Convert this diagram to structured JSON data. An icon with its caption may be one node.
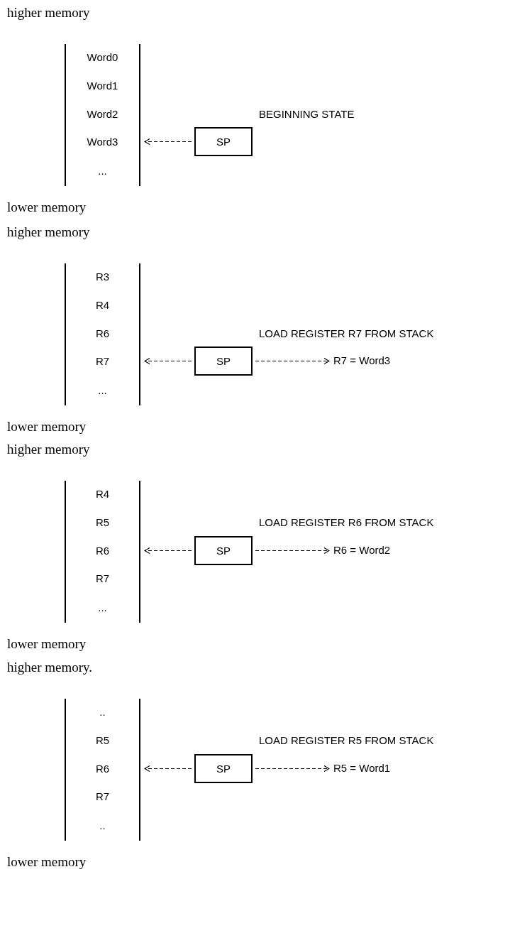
{
  "diagram": {
    "nodes": [
      {
        "text": [
          "Word0",
          "Word1",
          "Word2",
          "Word3",
          "..."
        ]
      },
      {
        "text": [
          "SP"
        ],
        "beside": [
          "BEGINNING STATE"
        ]
      },
      {
        "text": [
          "R3",
          "R4",
          "R6",
          "R7",
          "..."
        ]
      },
      {
        "text": [
          "SP"
        ],
        "beside": [
          "LOAD REGISTER R7 FROM STACK"
        ]
      },
      {
        "text": [
          "R7 = Word3"
        ]
      },
      {
        "text": [
          "R4",
          "R5",
          "R6",
          "R7",
          "..."
        ]
      },
      {
        "text": [
          "SP"
        ],
        "beside": [
          "LOAD REGISTER R6 FROM STACK"
        ]
      },
      {
        "text": [
          "R6 = Word2"
        ]
      },
      {
        "text": [
          "..",
          "R5",
          "R6",
          "R7",
          ".."
        ]
      },
      {
        "text": [
          "SP"
        ],
        "beside": [
          "LOAD REGISTER R5 FROM STACK"
        ]
      },
      {
        "text": [
          "R5 = Word1"
        ]
      }
    ],
    "edges": [
      {
        "from": 1,
        "to": 0,
        "arrow": "to",
        "style": "dashed"
      },
      {
        "from": 3,
        "to": 2,
        "arrow": "to",
        "style": "dashed"
      },
      {
        "from": 3,
        "to": 4,
        "arrow": "to",
        "style": "dashed"
      },
      {
        "from": 6,
        "to": 5,
        "arrow": "to",
        "style": "dashed"
      },
      {
        "from": 6,
        "to": 7,
        "arrow": "to",
        "style": "dashed"
      },
      {
        "from": 9,
        "to": 8,
        "arrow": "to",
        "style": "dashed"
      },
      {
        "from": 9,
        "to": 10,
        "arrow": "to",
        "style": "dashed"
      }
    ],
    "labels": [
      "higher memory",
      "lower memory",
      "higher memory",
      "lower memory",
      "higher memory",
      "lower memory",
      "higher memory.",
      "lower memory"
    ]
  }
}
